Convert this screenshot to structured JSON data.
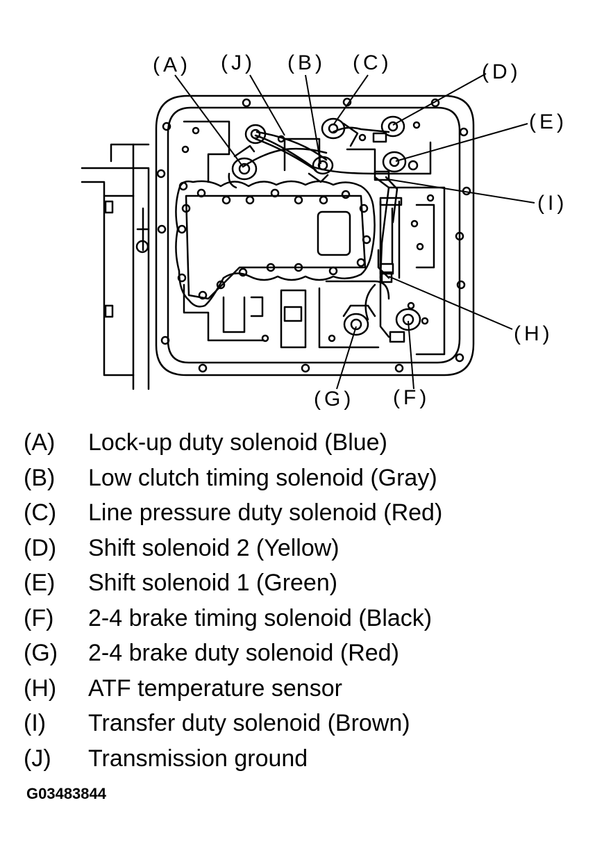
{
  "callouts": {
    "A": "(A)",
    "B": "(B)",
    "C": "(C)",
    "D": "(D)",
    "E": "(E)",
    "F": "(F)",
    "G": "(G)",
    "H": "(H)",
    "I": "(I)",
    "J": "(J)"
  },
  "legend": [
    {
      "key": "(A)",
      "text": "Lock-up duty solenoid (Blue)"
    },
    {
      "key": "(B)",
      "text": "Low clutch timing solenoid (Gray)"
    },
    {
      "key": "(C)",
      "text": "Line pressure duty solenoid (Red)"
    },
    {
      "key": "(D)",
      "text": "Shift solenoid 2 (Yellow)"
    },
    {
      "key": "(E)",
      "text": "Shift solenoid 1 (Green)"
    },
    {
      "key": "(F)",
      "text": "2-4 brake timing solenoid (Black)"
    },
    {
      "key": "(G)",
      "text": "2-4 brake duty solenoid (Red)"
    },
    {
      "key": "(H)",
      "text": "ATF temperature sensor"
    },
    {
      "key": "(I)",
      "text": "Transfer duty solenoid (Brown)"
    },
    {
      "key": "(J)",
      "text": "Transmission ground"
    }
  ],
  "figure_id": "G03483844"
}
